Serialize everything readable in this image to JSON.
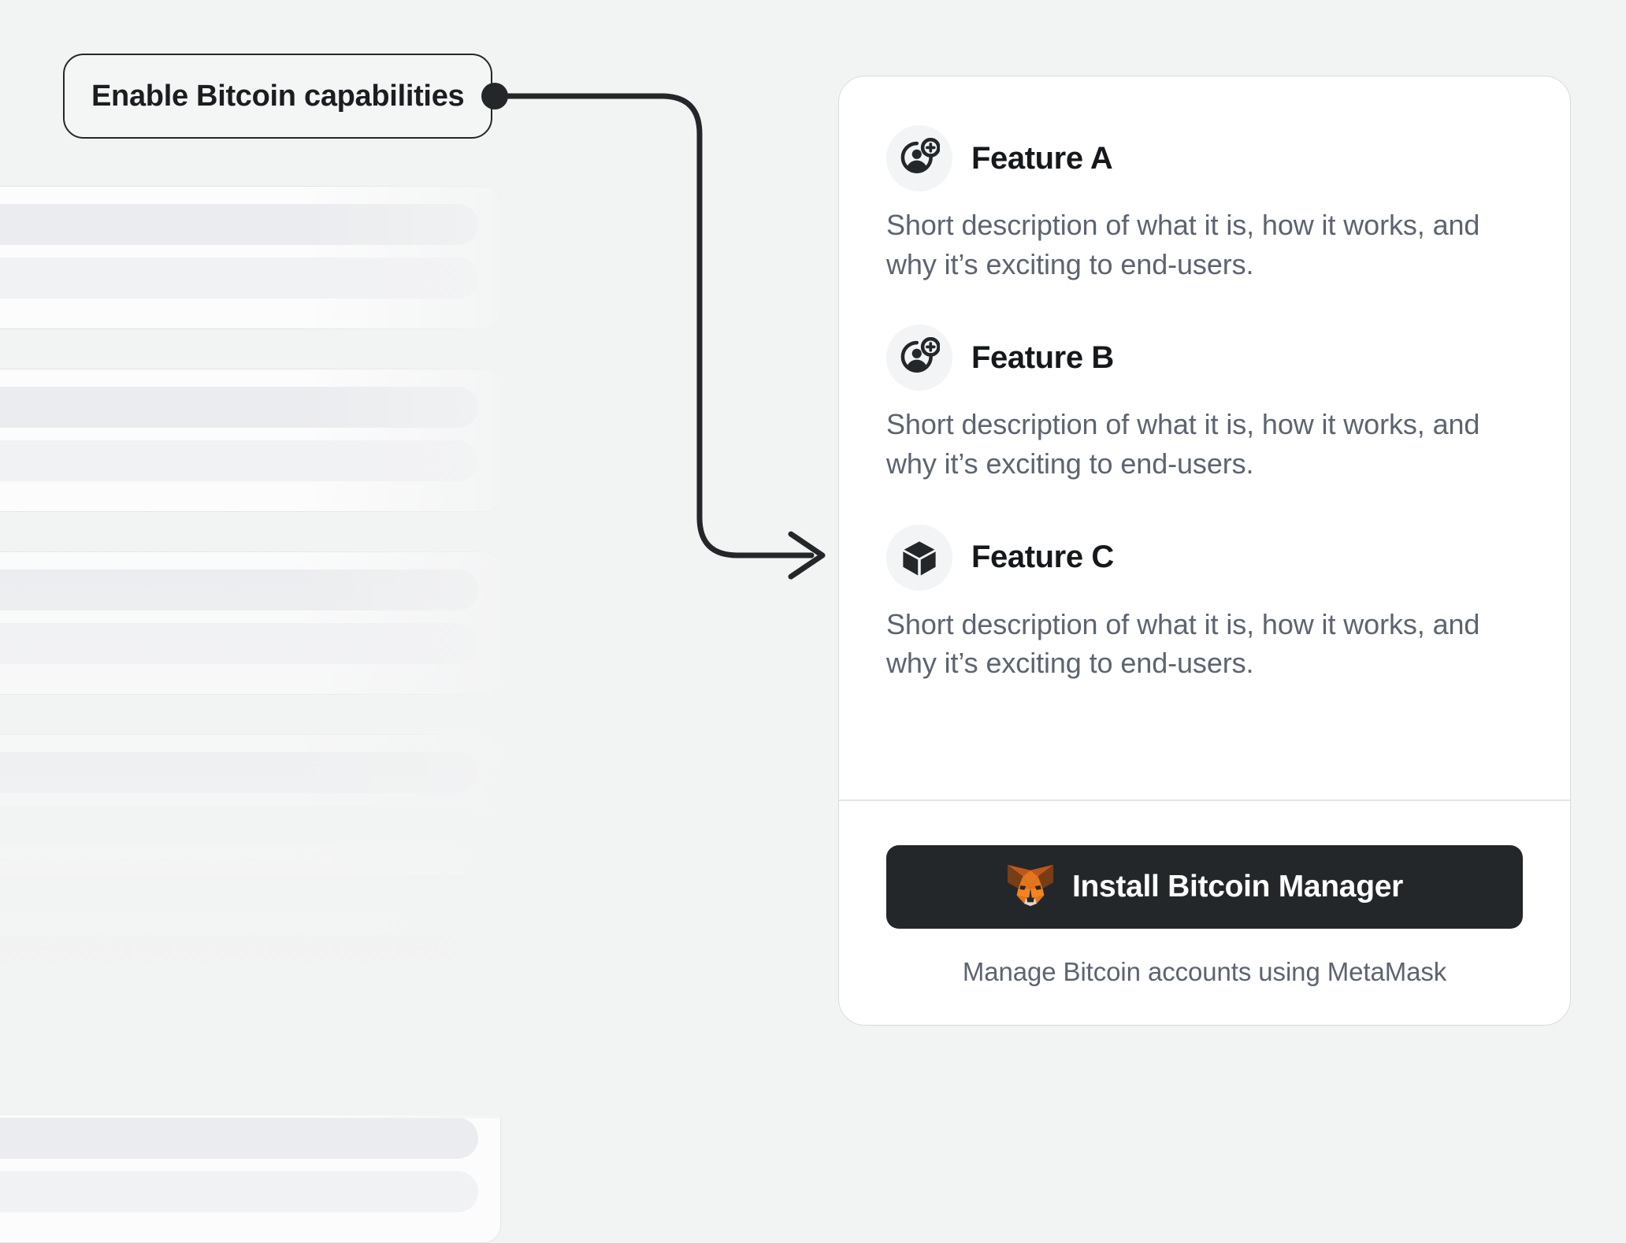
{
  "annotation": {
    "label": "Enable Bitcoin capabilities",
    "connector_icon": "arrow-right-icon",
    "anchor_icon": "connector-dot-icon"
  },
  "background": {
    "skeleton_card_count": 6,
    "skeleton_bars_per_card": 2
  },
  "card": {
    "features": [
      {
        "icon": "add-account-icon",
        "title": "Feature A",
        "description": "Short description of what it is, how it works, and why it’s exciting to end-users."
      },
      {
        "icon": "add-account-icon",
        "title": "Feature B",
        "description": "Short description of what it is, how it works, and why it’s exciting to end-users."
      },
      {
        "icon": "cube-icon",
        "title": "Feature C",
        "description": "Short description of what it is, how it works, and why it’s exciting to end-users."
      }
    ],
    "footer": {
      "button_icon": "metamask-fox-icon",
      "button_label": "Install Bitcoin Manager",
      "caption": "Manage Bitcoin accounts using MetaMask"
    }
  },
  "colors": {
    "page_background": "#F2F3F3",
    "card_background": "#FFFFFF",
    "card_border": "#D8DBDF",
    "text_primary": "#16191C",
    "text_secondary": "#5C6470",
    "button_background": "#24272A",
    "button_text": "#FFFFFF",
    "icon_badge_background": "#F2F4F6",
    "connector_stroke": "#24272A",
    "fox_orange": "#E17726",
    "fox_dark_brown": "#763D16",
    "fox_snout": "#E4D7CD"
  }
}
